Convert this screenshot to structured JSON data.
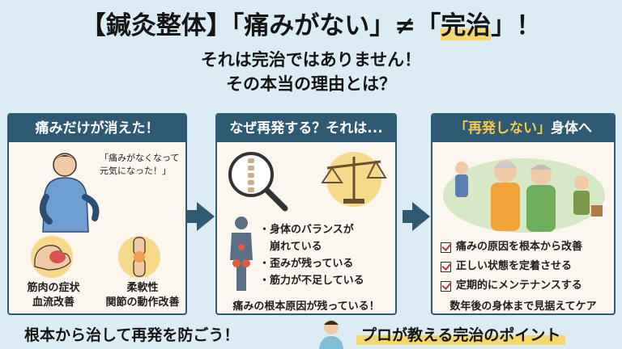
{
  "header": {
    "title_prefix": "【鍼灸整体】「痛みがない」≠「",
    "title_highlight": "完治",
    "title_suffix": "」！",
    "subtitle_line1": "それは完治ではありません！",
    "subtitle_line2": "その本当の理由とは？"
  },
  "panel1": {
    "heading": "痛みだけが消えた！",
    "speech_line1": "「痛みがなくなって",
    "speech_line2": "元気になった！」",
    "label1_line1": "筋肉の症状",
    "label1_line2": "血流改善",
    "label2_line1": "柔軟性",
    "label2_line2": "関節の動作改善"
  },
  "panel2": {
    "heading": "なぜ再発する？それは...",
    "bullets": [
      "身体のバランスが",
      "崩れている",
      "歪みが残っている",
      "筋力が不足している"
    ],
    "footer": "痛みの根本原因が残っている！"
  },
  "panel3": {
    "heading_highlight": "「再発しない」",
    "heading_rest": "身体へ",
    "checks": [
      "痛みの原因を根本から改善",
      "正しい状態を定着させる",
      "定期的にメンテナンスする"
    ],
    "footer": "数年後の身体まで見据えてケア"
  },
  "footer": {
    "left": "根本から治して再発を防ごう！",
    "right": "プロが教える完治のポイント"
  },
  "colors": {
    "background": "#dcecf4",
    "panel_header": "#2f5a74",
    "highlight": "#f5d76a",
    "accent_yellow": "#f5c949"
  }
}
